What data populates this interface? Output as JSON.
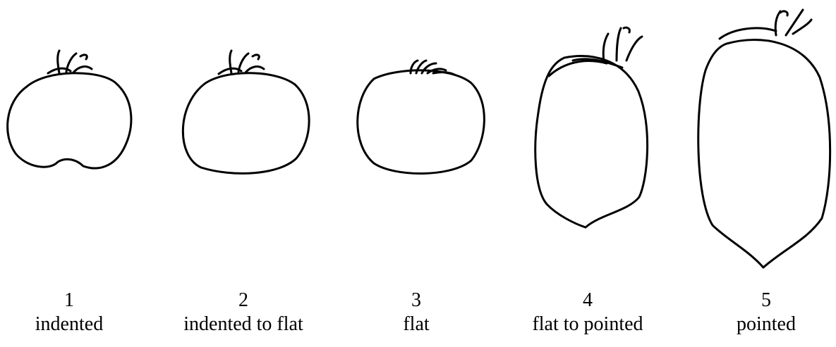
{
  "figure": {
    "items": [
      {
        "number": "1",
        "label": "indented"
      },
      {
        "number": "2",
        "label": "indented to flat"
      },
      {
        "number": "3",
        "label": "flat"
      },
      {
        "number": "4",
        "label": "flat to pointed"
      },
      {
        "number": "5",
        "label": "pointed"
      }
    ]
  },
  "colors": {
    "outline": "#000000",
    "background": "#ffffff"
  }
}
